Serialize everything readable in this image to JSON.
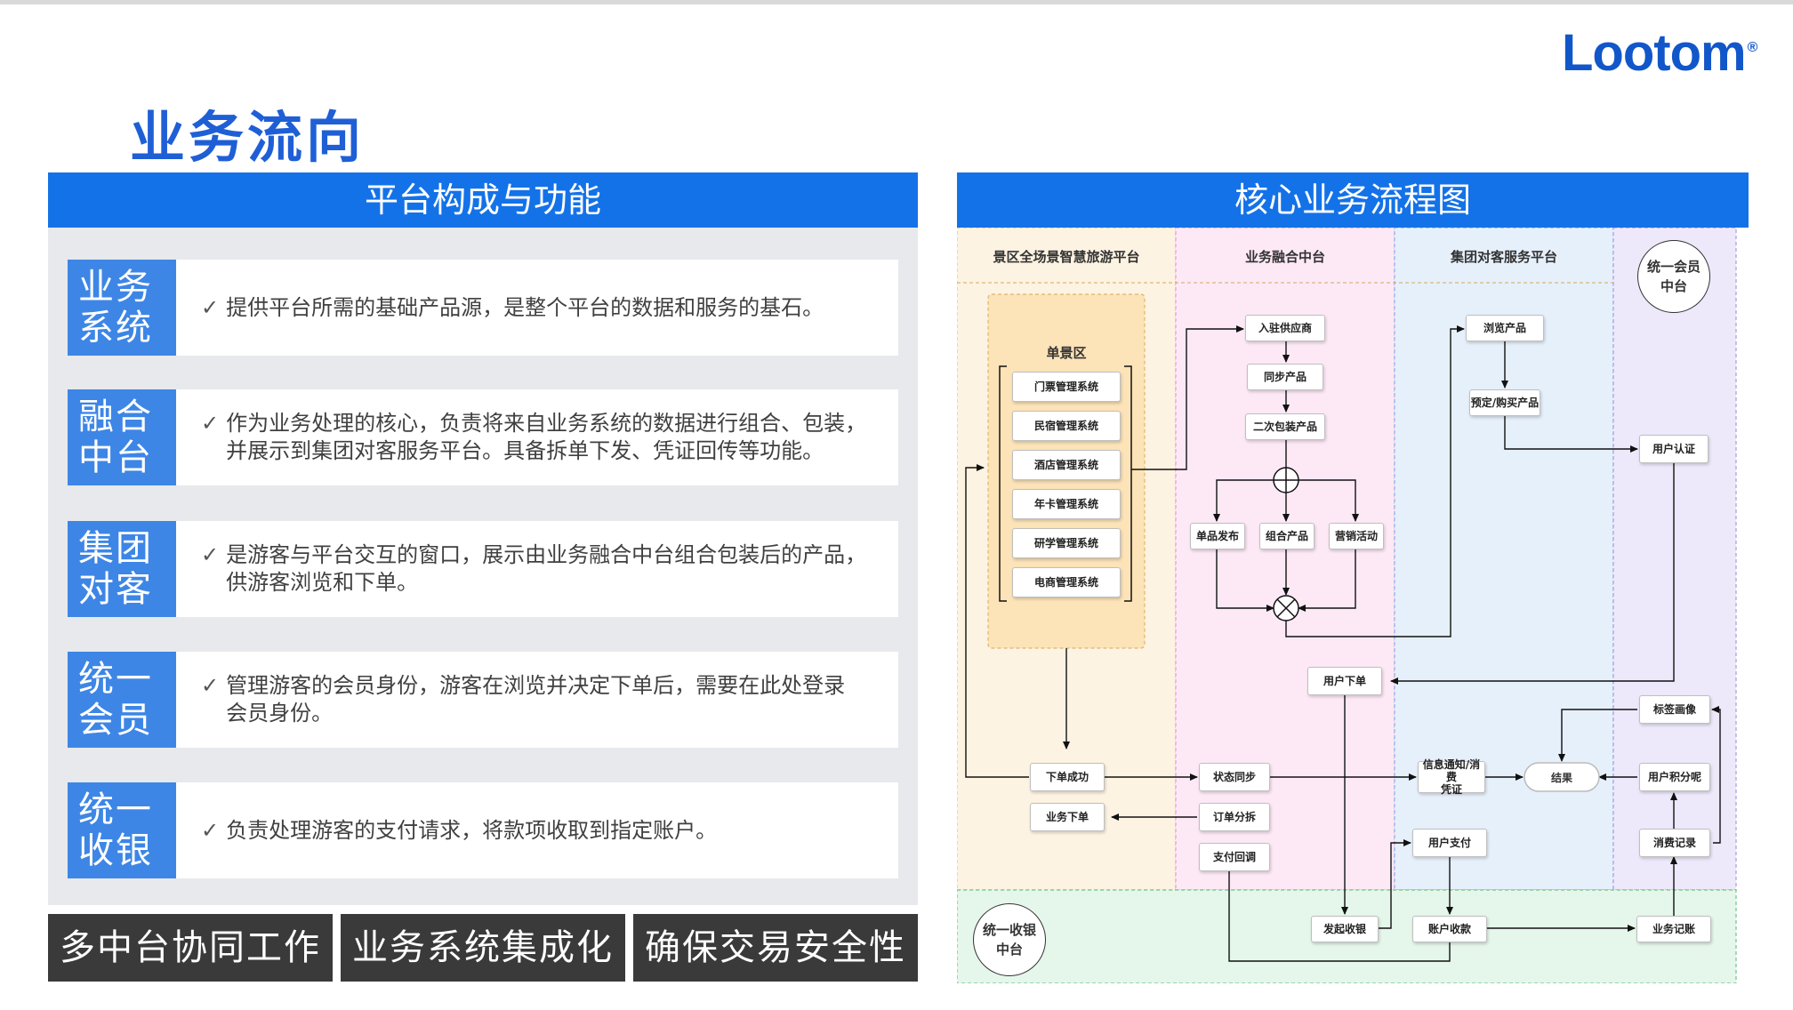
{
  "logo": {
    "text": "Lootom",
    "mark": "®"
  },
  "title": "业务流向",
  "left": {
    "header": "平台构成与功能",
    "rows": [
      {
        "tag_line1": "业务",
        "tag_line2": "系统",
        "check": "✓",
        "desc_line1": "提供平台所需的基础产品源，是整个平台的数据和服务的基石。",
        "desc_line2": ""
      },
      {
        "tag_line1": "融合",
        "tag_line2": "中台",
        "check": "✓",
        "desc_line1": "作为业务处理的核心，负责将来自业务系统的数据进行组合、包装，",
        "desc_line2": "并展示到集团对客服务平台。具备拆单下发、凭证回传等功能。"
      },
      {
        "tag_line1": "集团",
        "tag_line2": "对客",
        "check": "✓",
        "desc_line1": "是游客与平台交互的窗口，展示由业务融合中台组合包装后的产品，",
        "desc_line2": "供游客浏览和下单。"
      },
      {
        "tag_line1": "统一",
        "tag_line2": "会员",
        "check": "✓",
        "desc_line1": "管理游客的会员身份，游客在浏览并决定下单后，需要在此处登录",
        "desc_line2": "会员身份。"
      },
      {
        "tag_line1": "统一",
        "tag_line2": "收银",
        "check": "✓",
        "desc_line1": "负责处理游客的支付请求，将款项收取到指定账户。",
        "desc_line2": ""
      }
    ],
    "bottom": [
      "多中台协同工作",
      "业务系统集成化",
      "确保交易安全性"
    ]
  },
  "right": {
    "header": "核心业务流程图",
    "lanes": {
      "scenic": "景区全场景智慧旅游平台",
      "fusion": "业务融合中台",
      "group": "集团对客服务平台",
      "member_l1": "统一会员",
      "member_l2": "中台",
      "cashier_l1": "统一收银",
      "cashier_l2": "中台"
    },
    "nodes": {
      "single_area": "单景区",
      "ticket": "门票管理系统",
      "homestay": "民宿管理系统",
      "hotel": "酒店管理系统",
      "annual": "年卡管理系统",
      "study": "研学管理系统",
      "ecommerce": "电商管理系统",
      "supplier": "入驻供应商",
      "sync_product": "同步产品",
      "repackage": "二次包装产品",
      "single_publish": "单品发布",
      "combo": "组合产品",
      "marketing": "营销活动",
      "browse": "浏览产品",
      "reserve": "预定/购买产品",
      "user_auth": "用户认证",
      "user_order": "用户下单",
      "tag_portrait": "标签画像",
      "order_success": "下单成功",
      "status_sync": "状态同步",
      "info_notice_l1": "信息通知/消费",
      "info_notice_l2": "凭证",
      "result": "结果",
      "points": "用户积分呢",
      "biz_order": "业务下单",
      "order_split": "订单分拆",
      "pay_callback": "支付回调",
      "user_pay": "用户支付",
      "consume_record": "消费记录",
      "start_cashier": "发起收银",
      "account_receive": "账户收款",
      "biz_bookkeeping": "业务记账"
    }
  },
  "colors": {
    "brand_blue": "#1472e8",
    "title_blue": "#1f5fd6",
    "tag_blue": "#3d86e6",
    "dark_box": "#3a3a3a",
    "lane_scenic": "#fdf3e2",
    "lane_fusion": "#fde9f6",
    "lane_group": "#e6f0fb",
    "lane_member": "#ede9fa",
    "lane_cashier": "#e5f6ea",
    "single_area_fill": "#fce3b8"
  }
}
